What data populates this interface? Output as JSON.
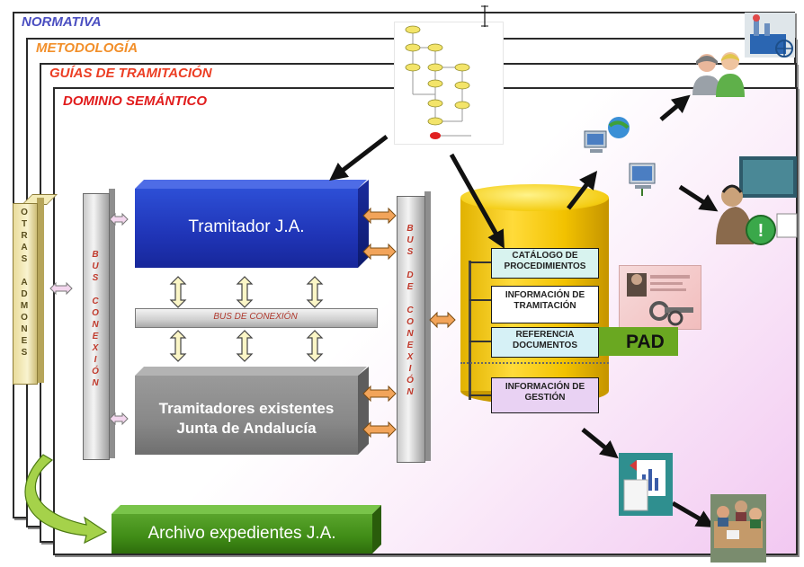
{
  "frames": {
    "normativa": "NORMATIVA",
    "metodologia": "METODOLOGÍA",
    "guias": "GUÍAS DE TRAMITACIÓN",
    "dominio": "DOMINIO SEMÁNTICO"
  },
  "colors": {
    "normativa": "#4b4fc1",
    "metodologia": "#f28f2a",
    "guias": "#ec3e24",
    "dominio": "#e11c1c",
    "tramitador": "#1f34b6",
    "existentes": "#888888",
    "archivo": "#3f8b16",
    "database": "#f2c200",
    "pad": "#6aa821"
  },
  "otras_admones": [
    "O",
    "T",
    "R",
    "A",
    "S",
    "",
    "A",
    "D",
    "M",
    "O",
    "N",
    "E",
    "S"
  ],
  "bus_left": [
    "B",
    "U",
    "S",
    "",
    "C",
    "O",
    "N",
    "E",
    "X",
    "I",
    "Ó",
    "N"
  ],
  "bus_right": [
    "B",
    "U",
    "S",
    "",
    "D",
    "E",
    "",
    "C",
    "O",
    "N",
    "E",
    "X",
    "I",
    "Ó",
    "N"
  ],
  "bus_horizontal": "BUS DE CONEXIÓN",
  "tramitador": "Tramitador J.A.",
  "existentes": {
    "line1": "Tramitadores existentes",
    "line2": "Junta de Andalucía"
  },
  "archivo": "Archivo expedientes J.A.",
  "database": {
    "catalogo": [
      "CATÁLOGO DE",
      "PROCEDIMIENTOS"
    ],
    "informacion_tramitacion": [
      "INFORMACIÓN DE",
      "TRAMITACIÓN"
    ],
    "referencia": [
      "REFERENCIA",
      "DOCUMENTOS"
    ],
    "gestion": [
      "INFORMACIÓN DE",
      "GESTIÓN"
    ]
  },
  "pad": "PAD",
  "icons": [
    "factory-icon",
    "people-icon",
    "computers-icon",
    "network-pc-icon",
    "call-center-icon",
    "report-icon",
    "meeting-icon",
    "keys-icon",
    "flowchart-icon"
  ]
}
